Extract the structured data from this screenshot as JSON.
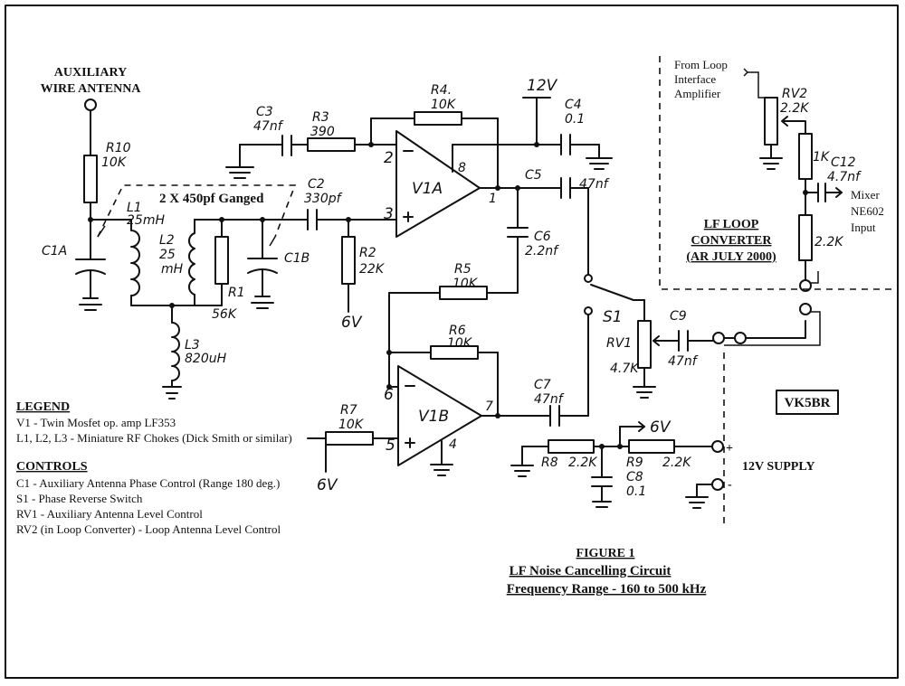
{
  "labels": {
    "aux_title_1": "AUXILIARY",
    "aux_title_2": "WIRE ANTENNA",
    "r10": "R10",
    "r10_val": "10K",
    "c1a": "C1A",
    "l1": "L1",
    "l1_val": "25mH",
    "l2": "L2",
    "l2_val_1": "25",
    "l2_val_2": "mH",
    "r1": "R1",
    "r1_val": "56K",
    "c1b": "C1B",
    "l3": "L3",
    "l3_val": "820uH",
    "ganged": "2 X 450pf Ganged",
    "c3": "C3",
    "c3_val": "47nf",
    "r3": "R3",
    "r3_val": "390",
    "c2": "C2",
    "c2_val": "330pf",
    "r2": "R2",
    "r2_val": "22K",
    "six_v_r2": "6V",
    "r4": "R4.",
    "r4_val": "10K",
    "twelve_v": "12V",
    "c4": "C4",
    "c4_val": "0.1",
    "v1a": "V1A",
    "pin2": "2",
    "pin3": "3",
    "pin8": "8",
    "pin1": "1",
    "c5": "C5",
    "c5_val": "47nf",
    "c6": "C6",
    "c6_val": "2.2nf",
    "r5": "R5",
    "r5_val": "10K",
    "s1": "S1",
    "rv1": "RV1",
    "rv1_val": "4.7K",
    "c9": "C9",
    "c9_val": "47nf",
    "r6": "R6",
    "r6_val": "10K",
    "v1b": "V1B",
    "pin6": "6",
    "pin5": "5",
    "pin7": "7",
    "pin4": "4",
    "c7": "C7",
    "c7_val": "47nf",
    "r7": "R7",
    "r7_val": "10K",
    "six_v_r7": "6V",
    "six_v_div": "6V",
    "r8": "R8",
    "r8_val": "2.2K",
    "r9": "R9",
    "r9_val": "2.2K",
    "c8": "C8",
    "c8_val": "0.1",
    "supply": "12V SUPPLY",
    "plus": "+",
    "minus": "-",
    "from_loop_1": "From Loop",
    "from_loop_2": "Interface",
    "from_loop_3": "Amplifier",
    "rv2": "RV2",
    "rv2_val": "2.2K",
    "r_1k": "1K",
    "c12": "C12",
    "c12_val": "4.7nf",
    "mixer_1": "Mixer",
    "mixer_2": "NE602",
    "mixer_3": "Input",
    "r_2k2": "2.2K",
    "lf_loop_1": "LF LOOP",
    "lf_loop_2": "CONVERTER",
    "lf_loop_3": "(AR JULY 2000)",
    "vk5br": "VK5BR"
  },
  "legend": {
    "heading": "LEGEND",
    "line1": "V1 - Twin Mosfet op. amp LF353",
    "line2": "L1, L2, L3 - Miniature RF Chokes (Dick Smith or similar)"
  },
  "controls": {
    "heading": "CONTROLS",
    "line1": "C1 - Auxiliary Antenna Phase Control (Range 180 deg.)",
    "line2": "S1 - Phase Reverse Switch",
    "line3": "RV1 - Auxiliary Antenna Level Control",
    "line4": "RV2 (in Loop Converter) - Loop Antenna Level Control"
  },
  "figure": {
    "number": "FIGURE 1",
    "title": "LF Noise Cancelling Circuit",
    "range": "Frequency Range - 160 to 500 kHz"
  }
}
